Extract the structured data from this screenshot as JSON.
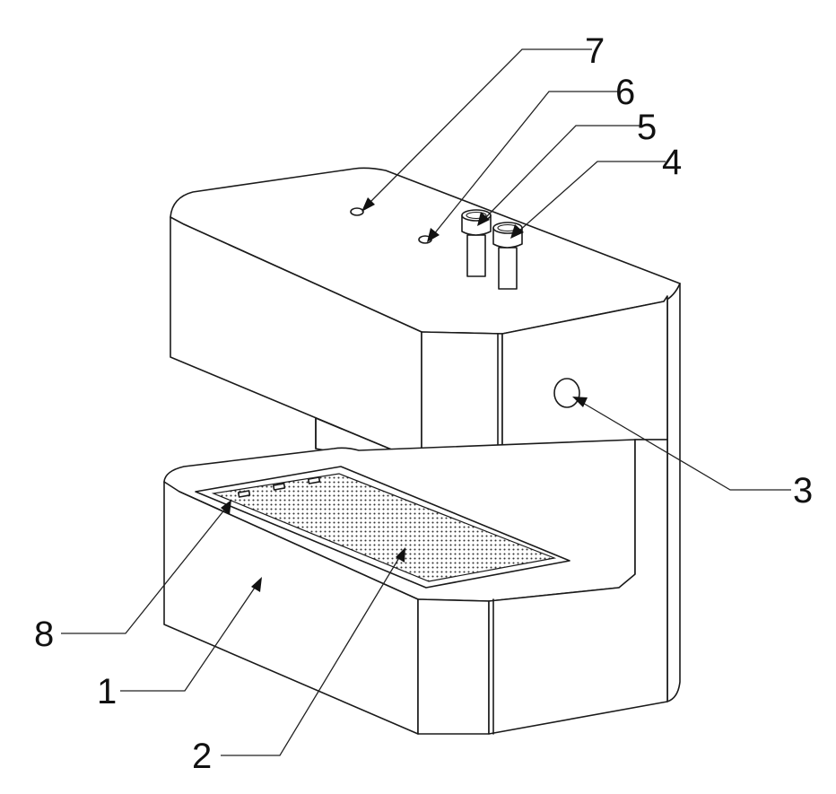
{
  "figure": {
    "labels": {
      "l1": "1",
      "l2": "2",
      "l3": "3",
      "l4": "4",
      "l5": "5",
      "l6": "6",
      "l7": "7",
      "l8": "8"
    },
    "colors": {
      "ink": "#1a1a1a",
      "background": "#ffffff"
    }
  }
}
